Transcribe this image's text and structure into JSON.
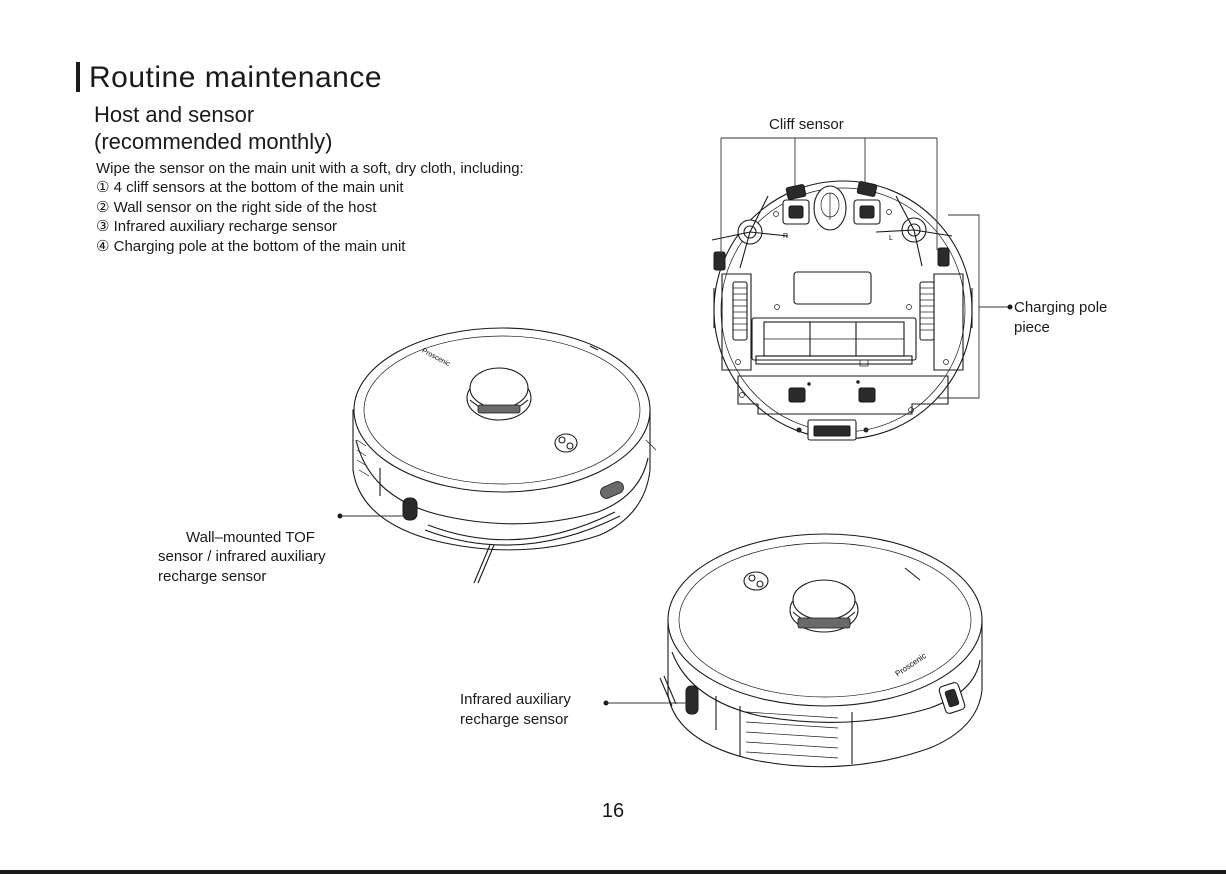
{
  "title": "Routine maintenance",
  "subtitle": "Host and sensor\n(recommended monthly)",
  "intro": "Wipe the sensor on the main unit with a soft, dry cloth, including:",
  "items": [
    "① 4 cliff sensors at the bottom of the main unit",
    "② Wall sensor on the right side of the host",
    "③ Infrared auxiliary recharge sensor",
    "④ Charging pole at the bottom of the main unit"
  ],
  "labels": {
    "cliff_sensor": "Cliff sensor",
    "charging_pole": "Charging pole\npiece",
    "wall_tof": "Wall–mounted TOF\nsensor / infrared auxiliary\nrecharge sensor",
    "infrared": "Infrared auxiliary\nrecharge sensor"
  },
  "brand": "Proscenic",
  "side_marks": {
    "left": "R",
    "right": "L"
  },
  "page_number": "16"
}
